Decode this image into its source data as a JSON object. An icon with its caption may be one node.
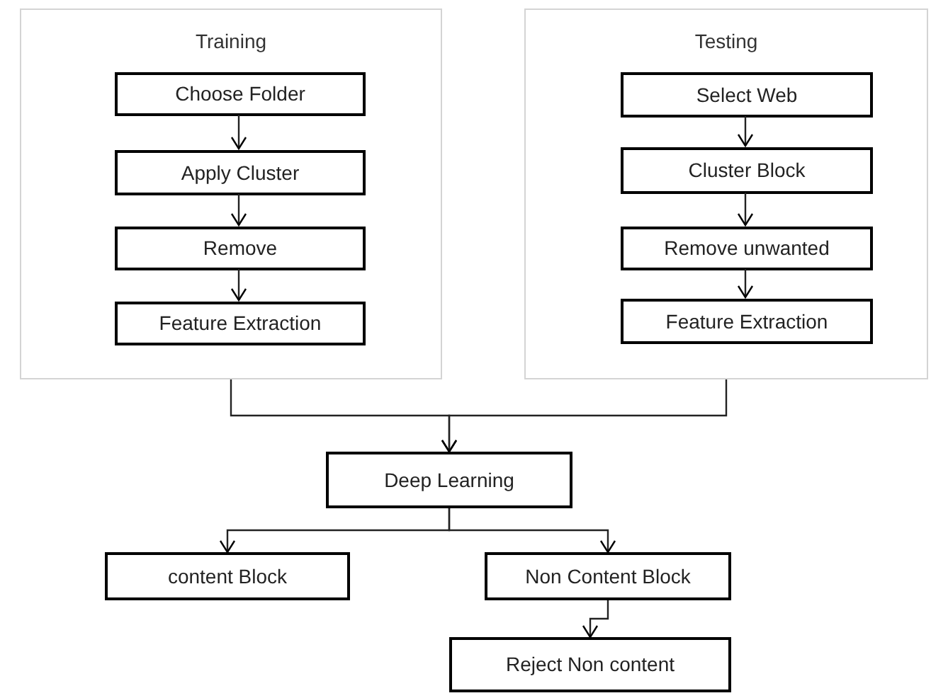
{
  "diagram": {
    "nodes": [
      {
        "text": [
          "Training"
        ]
      },
      {
        "text": [
          "Choose Folder"
        ],
        "in": 0
      },
      {
        "text": [
          "Apply Cluster"
        ],
        "in": 0
      },
      {
        "text": [
          "Remove"
        ],
        "in": 0
      },
      {
        "text": [
          "Feature Extraction"
        ],
        "in": 0
      },
      {
        "text": [
          "Testing"
        ]
      },
      {
        "text": [
          "Select Web"
        ],
        "in": 5
      },
      {
        "text": [
          "Cluster Block"
        ],
        "in": 5
      },
      {
        "text": [
          "Remove unwanted"
        ],
        "in": 5
      },
      {
        "text": [
          "Feature Extraction"
        ],
        "in": 5
      },
      {
        "text": [
          "Deep Learning"
        ]
      },
      {
        "text": [
          "content Block"
        ]
      },
      {
        "text": [
          "Non Content Block"
        ]
      },
      {
        "text": [
          "Reject Non content"
        ]
      }
    ],
    "edges": [
      {
        "from": 1,
        "to": 2,
        "arrow": "to"
      },
      {
        "from": 2,
        "to": 3,
        "arrow": "to"
      },
      {
        "from": 3,
        "to": 4,
        "arrow": "to"
      },
      {
        "from": 6,
        "to": 7,
        "arrow": "to"
      },
      {
        "from": 7,
        "to": 8,
        "arrow": "to"
      },
      {
        "from": 8,
        "to": 9,
        "arrow": "to"
      },
      {
        "from": 0,
        "to": 10,
        "arrow": "to"
      },
      {
        "from": 5,
        "to": 10,
        "arrow": "to"
      },
      {
        "from": 10,
        "to": 11,
        "arrow": "to"
      },
      {
        "from": 10,
        "to": 12,
        "arrow": "to"
      },
      {
        "from": 12,
        "to": 13,
        "arrow": "to"
      }
    ]
  }
}
